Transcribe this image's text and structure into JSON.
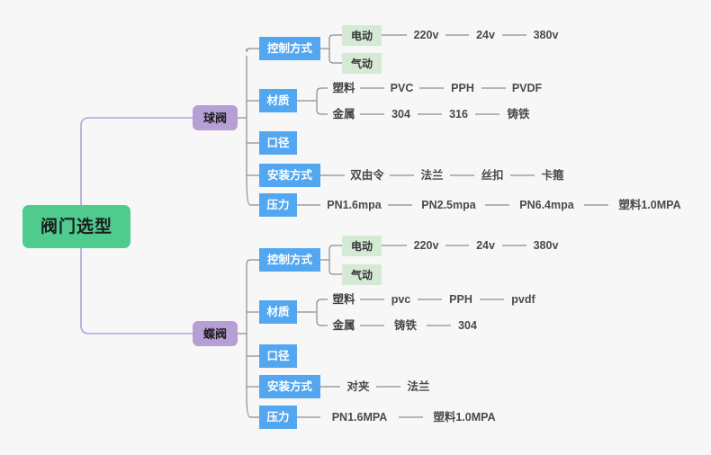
{
  "meta": {
    "background": "#f7f7f7",
    "colors": {
      "root": "#4ecb8d",
      "level2": "#b69fd4",
      "level3": "#52a7f0",
      "chip": "#d5ead5",
      "wire_root": "#b69fd4",
      "wire_branch": "#8c8c8c",
      "wire_leaf": "#8c8c8c",
      "text_dark": "#1c1c1c",
      "text_white": "#ffffff",
      "text_leaf": "#4a4a4a"
    }
  },
  "mindmap": {
    "root": {
      "label": "阀门选型"
    },
    "branches": [
      {
        "label": "球阀",
        "categories": [
          {
            "label": "控制方式",
            "chips": [
              {
                "label": "电动",
                "chain": [
                  "220v",
                  "24v",
                  "380v"
                ]
              },
              {
                "label": "气动",
                "chain": []
              }
            ],
            "chain": []
          },
          {
            "label": "材质",
            "sub": [
              {
                "label": "塑料",
                "chain": [
                  "PVC",
                  "PPH",
                  "PVDF"
                ]
              },
              {
                "label": "金属",
                "chain": [
                  "304",
                  "316",
                  "铸铁"
                ]
              }
            ]
          },
          {
            "label": "口径",
            "chain": []
          },
          {
            "label": "安装方式",
            "chain": [
              "双由令",
              "法兰",
              "丝扣",
              "卡箍"
            ]
          },
          {
            "label": "压力",
            "chain": [
              "PN1.6mpa",
              "PN2.5mpa",
              "PN6.4mpa",
              "塑料1.0MPA"
            ]
          }
        ]
      },
      {
        "label": "蝶阀",
        "categories": [
          {
            "label": "控制方式",
            "chips": [
              {
                "label": "电动",
                "chain": [
                  "220v",
                  "24v",
                  "380v"
                ]
              },
              {
                "label": "气动",
                "chain": []
              }
            ],
            "chain": []
          },
          {
            "label": "材质",
            "sub": [
              {
                "label": "塑料",
                "chain": [
                  "pvc",
                  "PPH",
                  "pvdf"
                ]
              },
              {
                "label": "金属",
                "chain": [
                  "铸铁",
                  "304"
                ]
              }
            ]
          },
          {
            "label": "口径",
            "chain": []
          },
          {
            "label": "安装方式",
            "chain": [
              "对夹",
              "法兰"
            ]
          },
          {
            "label": "压力",
            "chain": [
              "PN1.6MPA",
              "塑料1.0MPA"
            ]
          }
        ]
      }
    ]
  }
}
